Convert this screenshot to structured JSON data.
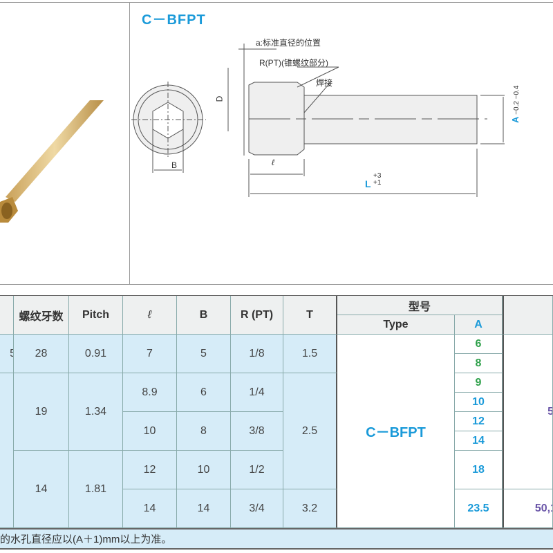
{
  "product": {
    "title": "C－BFPT",
    "drawing": {
      "label_a": "a:标准直径的位置",
      "label_r": "R(PT)(锥螺纹部分)",
      "label_weld": "焊接",
      "dim_D": "D",
      "dim_B": "B",
      "dim_l": "ℓ",
      "dim_L": "L",
      "dim_L_tol_upper": "+3",
      "dim_L_tol_lower": "+1",
      "dim_A": "A",
      "dim_A_tol": "−0.2 −0.4"
    }
  },
  "table": {
    "headers": {
      "col0": "",
      "threads": "螺纹牙数",
      "pitch": "Pitch",
      "l": "ℓ",
      "b": "B",
      "r": "R (PT)",
      "t": "T",
      "model": "型号",
      "type": "Type",
      "a": "A"
    },
    "col0_partial": "5",
    "groups": [
      {
        "threads": "28",
        "pitch": "0.91"
      },
      {
        "threads": "19",
        "pitch": "1.34"
      },
      {
        "threads": "14",
        "pitch": "1.81"
      }
    ],
    "rows": [
      {
        "l": "7",
        "b": "5",
        "r": "1/8"
      },
      {
        "l": "8.9",
        "b": "6",
        "r": "1/4"
      },
      {
        "l": "10",
        "b": "8",
        "r": "3/8"
      },
      {
        "l": "12",
        "b": "10",
        "r": "1/2"
      },
      {
        "l": "14",
        "b": "14",
        "r": "3/4"
      }
    ],
    "t_values": [
      "1.5",
      "2.5",
      "3.2"
    ],
    "type": "C－BFPT",
    "a_values": [
      "6",
      "8",
      "9",
      "10",
      "12",
      "14",
      "18",
      "23.5"
    ],
    "last_col": [
      "5",
      "50,1"
    ],
    "note": "的水孔直径应以(A＋1)mm以上为准。"
  },
  "colors": {
    "accent": "#1a9ad9",
    "green": "#2ea04a",
    "purple": "#6a55a8",
    "row_bg": "#d6ecf8"
  }
}
